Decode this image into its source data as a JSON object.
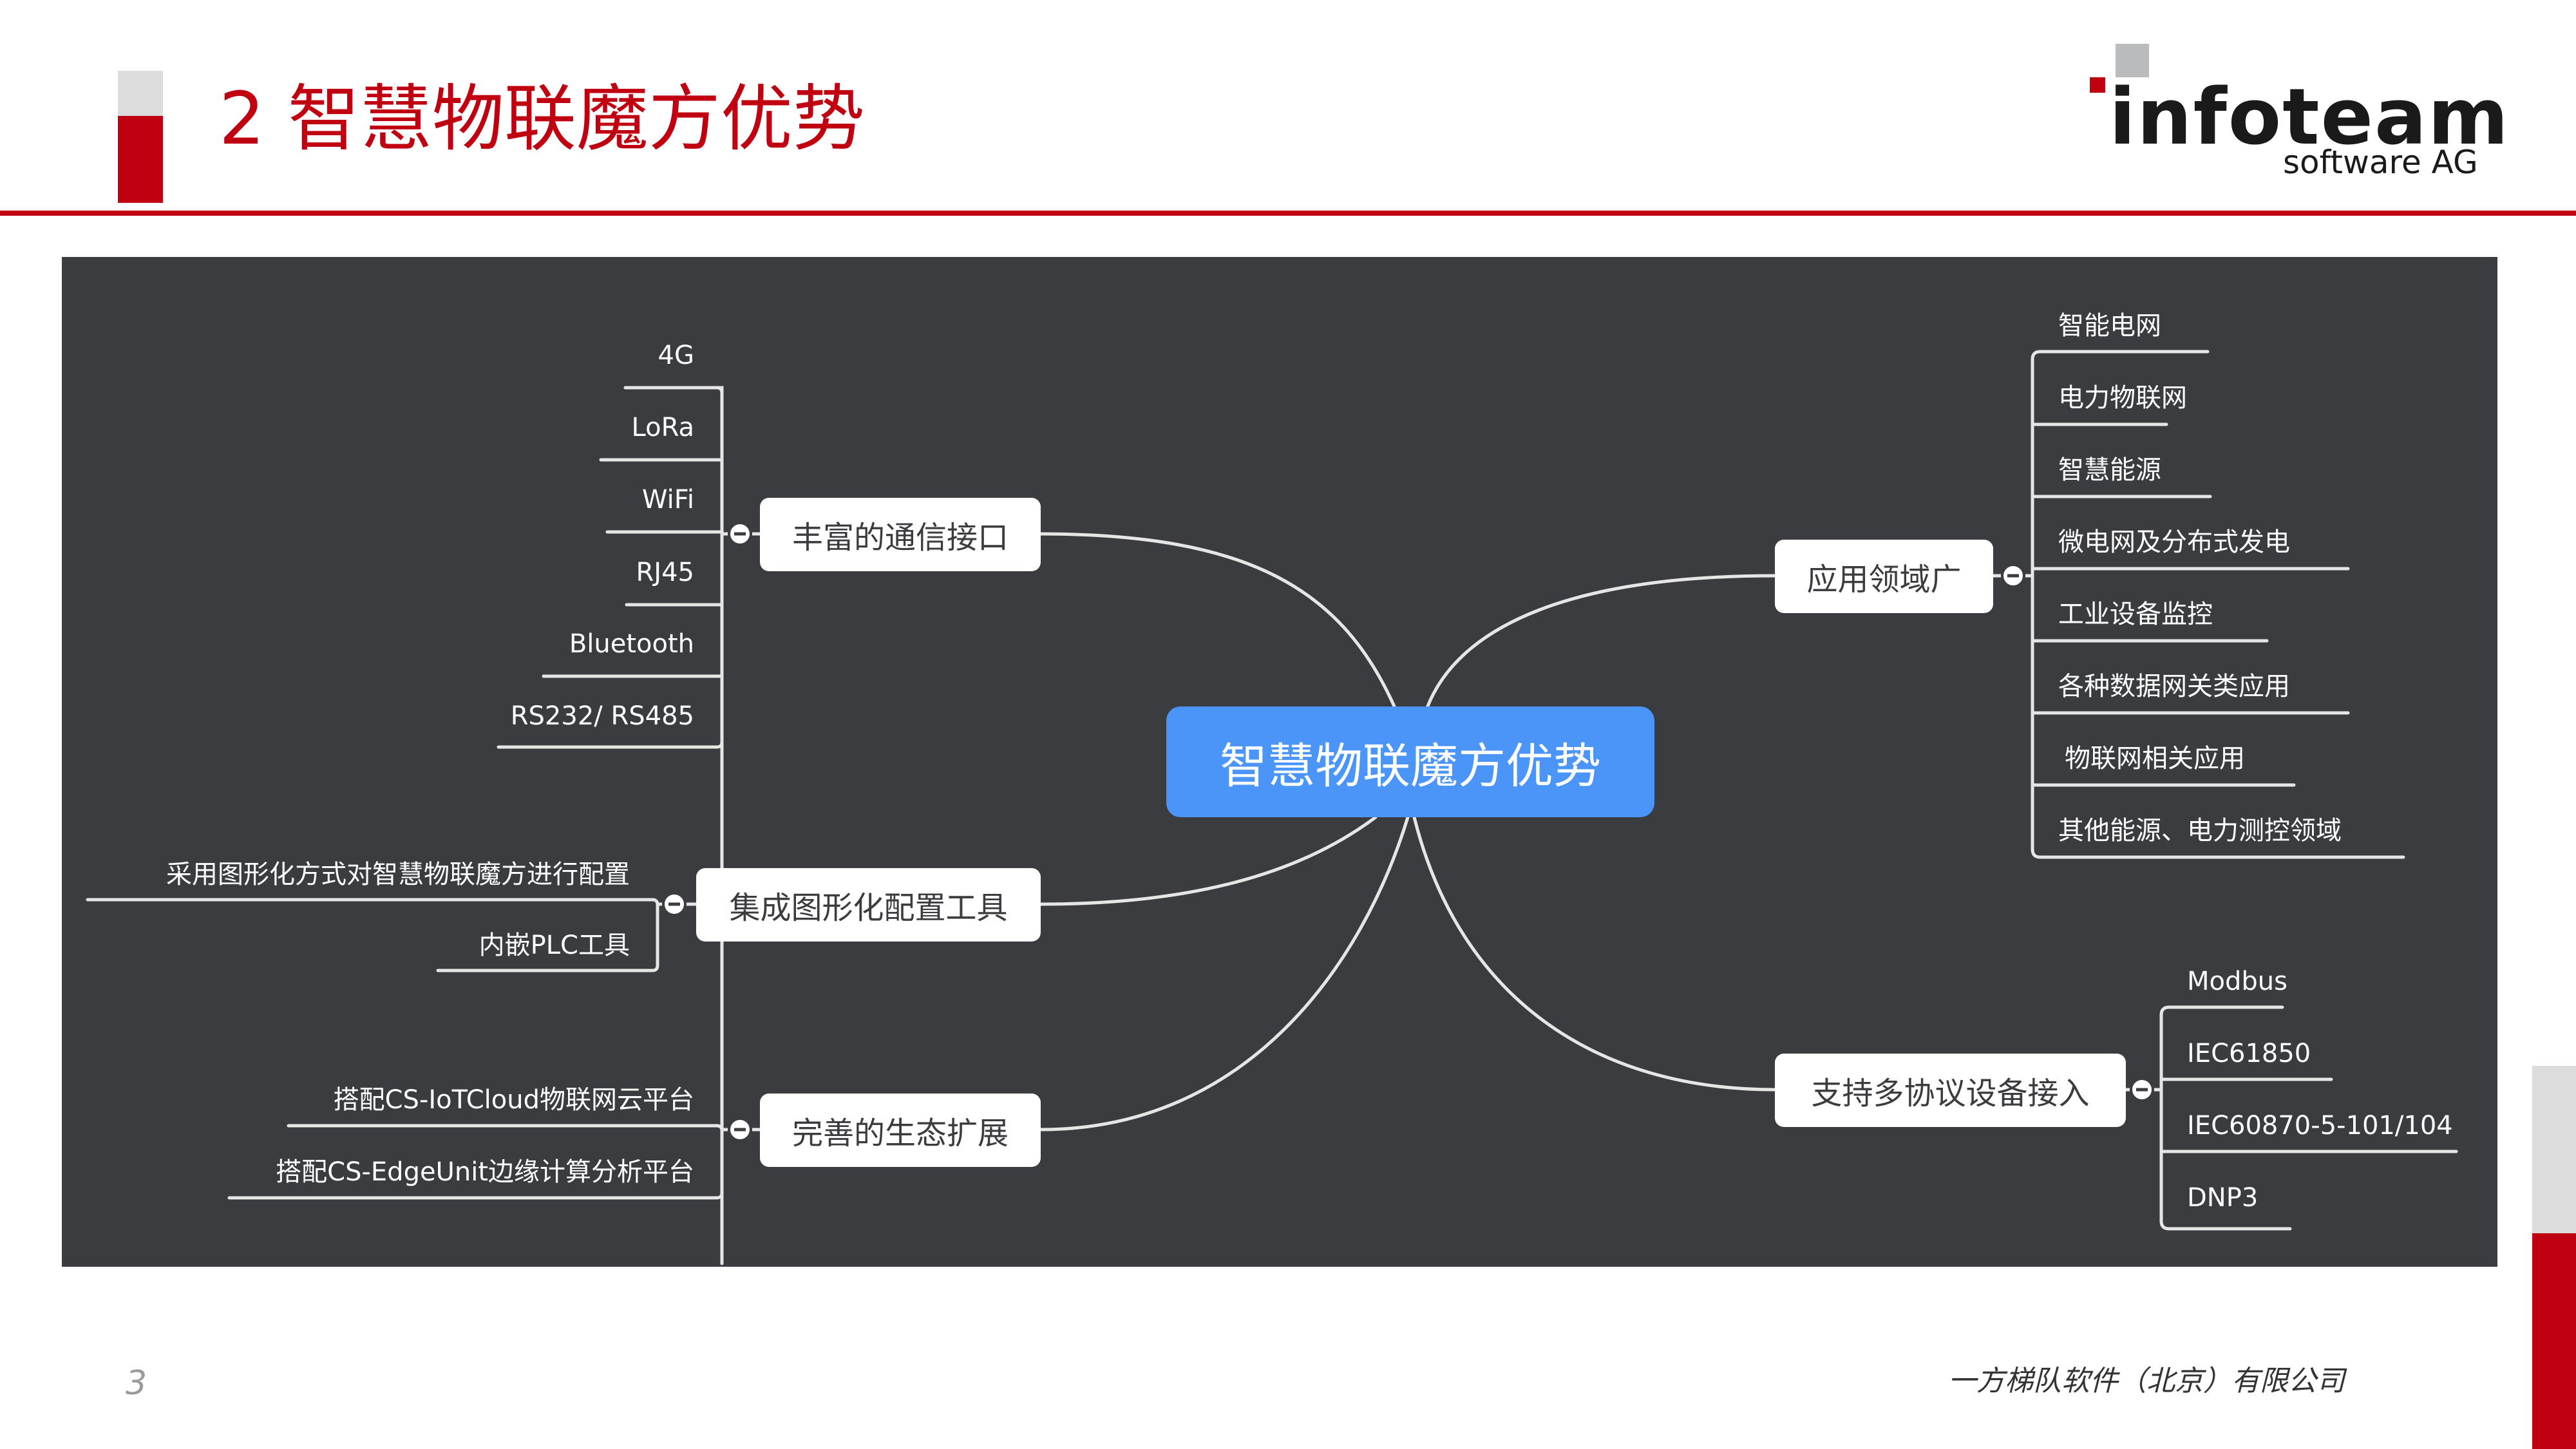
{
  "slide": {
    "title": "2 智慧物联魔方优势",
    "page_number": "3",
    "footer": "一方梯队软件（北京）有限公司"
  },
  "logo": {
    "word": "infoteam",
    "sub": "software AG",
    "colors": {
      "red": "#c00011",
      "gray": "#b9bbbd"
    }
  },
  "mindmap": {
    "center": "智慧物联魔方优势",
    "branches": {
      "comm": {
        "label": "丰富的通信接口",
        "leaves": [
          "4G",
          "LoRa",
          "WiFi",
          "RJ45",
          "Bluetooth",
          "RS232/ RS485"
        ]
      },
      "tool": {
        "label": "集成图形化配置工具",
        "leaves": [
          "采用图形化方式对智慧物联魔方进行配置",
          "内嵌PLC工具"
        ]
      },
      "eco": {
        "label": "完善的生态扩展",
        "leaves": [
          "搭配CS-IoTCloud物联网云平台",
          "搭配CS-EdgeUnit边缘计算分析平台"
        ]
      },
      "app": {
        "label": "应用领域广",
        "leaves": [
          "智能电网",
          "电力物联网",
          "智慧能源",
          "微电网及分布式发电",
          "工业设备监控",
          "各种数据网关类应用",
          "物联网相关应用",
          "其他能源、电力测控领域"
        ]
      },
      "proto": {
        "label": "支持多协议设备接入",
        "leaves": [
          "Modbus",
          "IEC61850",
          "IEC60870-5-101/104",
          "DNP3"
        ]
      }
    }
  }
}
